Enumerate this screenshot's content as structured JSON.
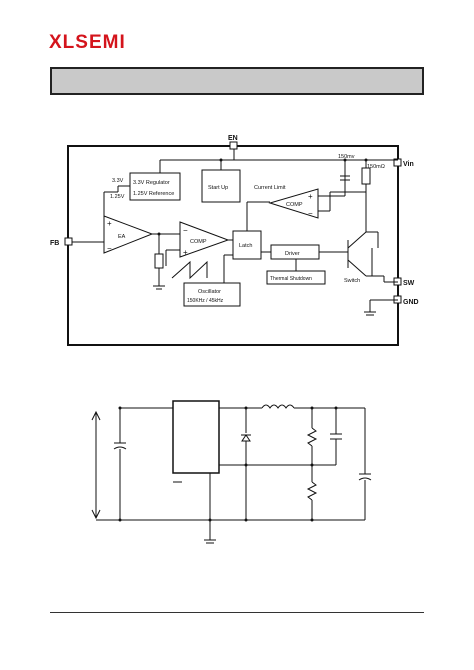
{
  "brand": {
    "logo_text": "XLSEMI"
  },
  "block_diagram": {
    "pins": {
      "en": "EN",
      "vin": "Vin",
      "fb": "FB",
      "sw": "SW",
      "gnd": "GND"
    },
    "blocks": {
      "regulator_line1": "3.3V Regulator",
      "regulator_line2": "1.25V Reference",
      "startup": "Start Up",
      "ea": "EA",
      "comp_main": "COMP",
      "comp_limit": "COMP",
      "latch": "Latch",
      "driver": "Driver",
      "thermal": "Thermal Shutdown",
      "oscillator_line1": "Oscillator",
      "oscillator_line2": "150KHz / 45kHz"
    },
    "labels": {
      "v33": "3.3V",
      "v125": "1.25V",
      "current_limit": "Current Limit",
      "mv150": "150mv",
      "rsense": "150mΩ",
      "switch": "Switch",
      "plus": "+",
      "minus": "−"
    }
  }
}
